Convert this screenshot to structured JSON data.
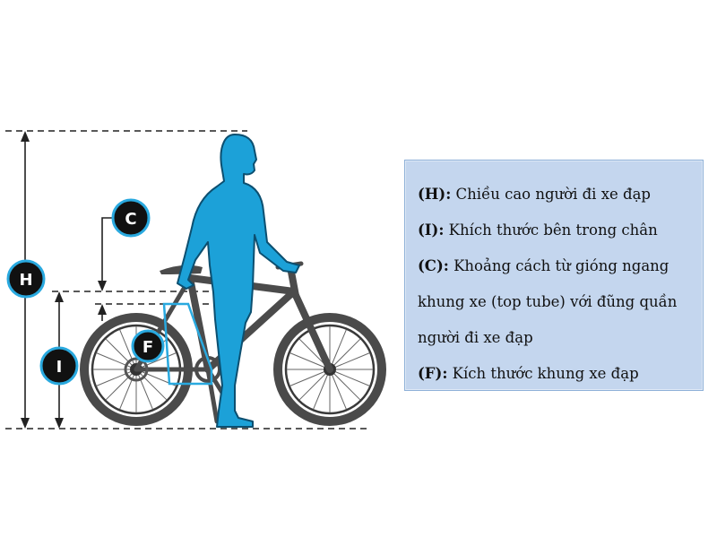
{
  "markers": {
    "h": "H",
    "i": "I",
    "c": "C",
    "f": "F"
  },
  "colors": {
    "rider": "#1ca1d8",
    "marker_ring": "#29a9df",
    "legend_bg": "#c4d6ee",
    "bike": "#4b4b4b"
  },
  "legend": {
    "items": [
      {
        "key": "(H):",
        "text": " Chiều cao người đi xe đạp"
      },
      {
        "key": "(I):",
        "text": " Khích thước bên trong chân"
      },
      {
        "key": "(C):",
        "text": " Khoảng cách từ gióng ngang"
      },
      {
        "key": "",
        "text": "khung xe (top tube) với đũng quần"
      },
      {
        "key": "",
        "text": "người đi xe đạp"
      },
      {
        "key": "(F):",
        "text": " Kích thước khung xe đạp"
      }
    ]
  }
}
